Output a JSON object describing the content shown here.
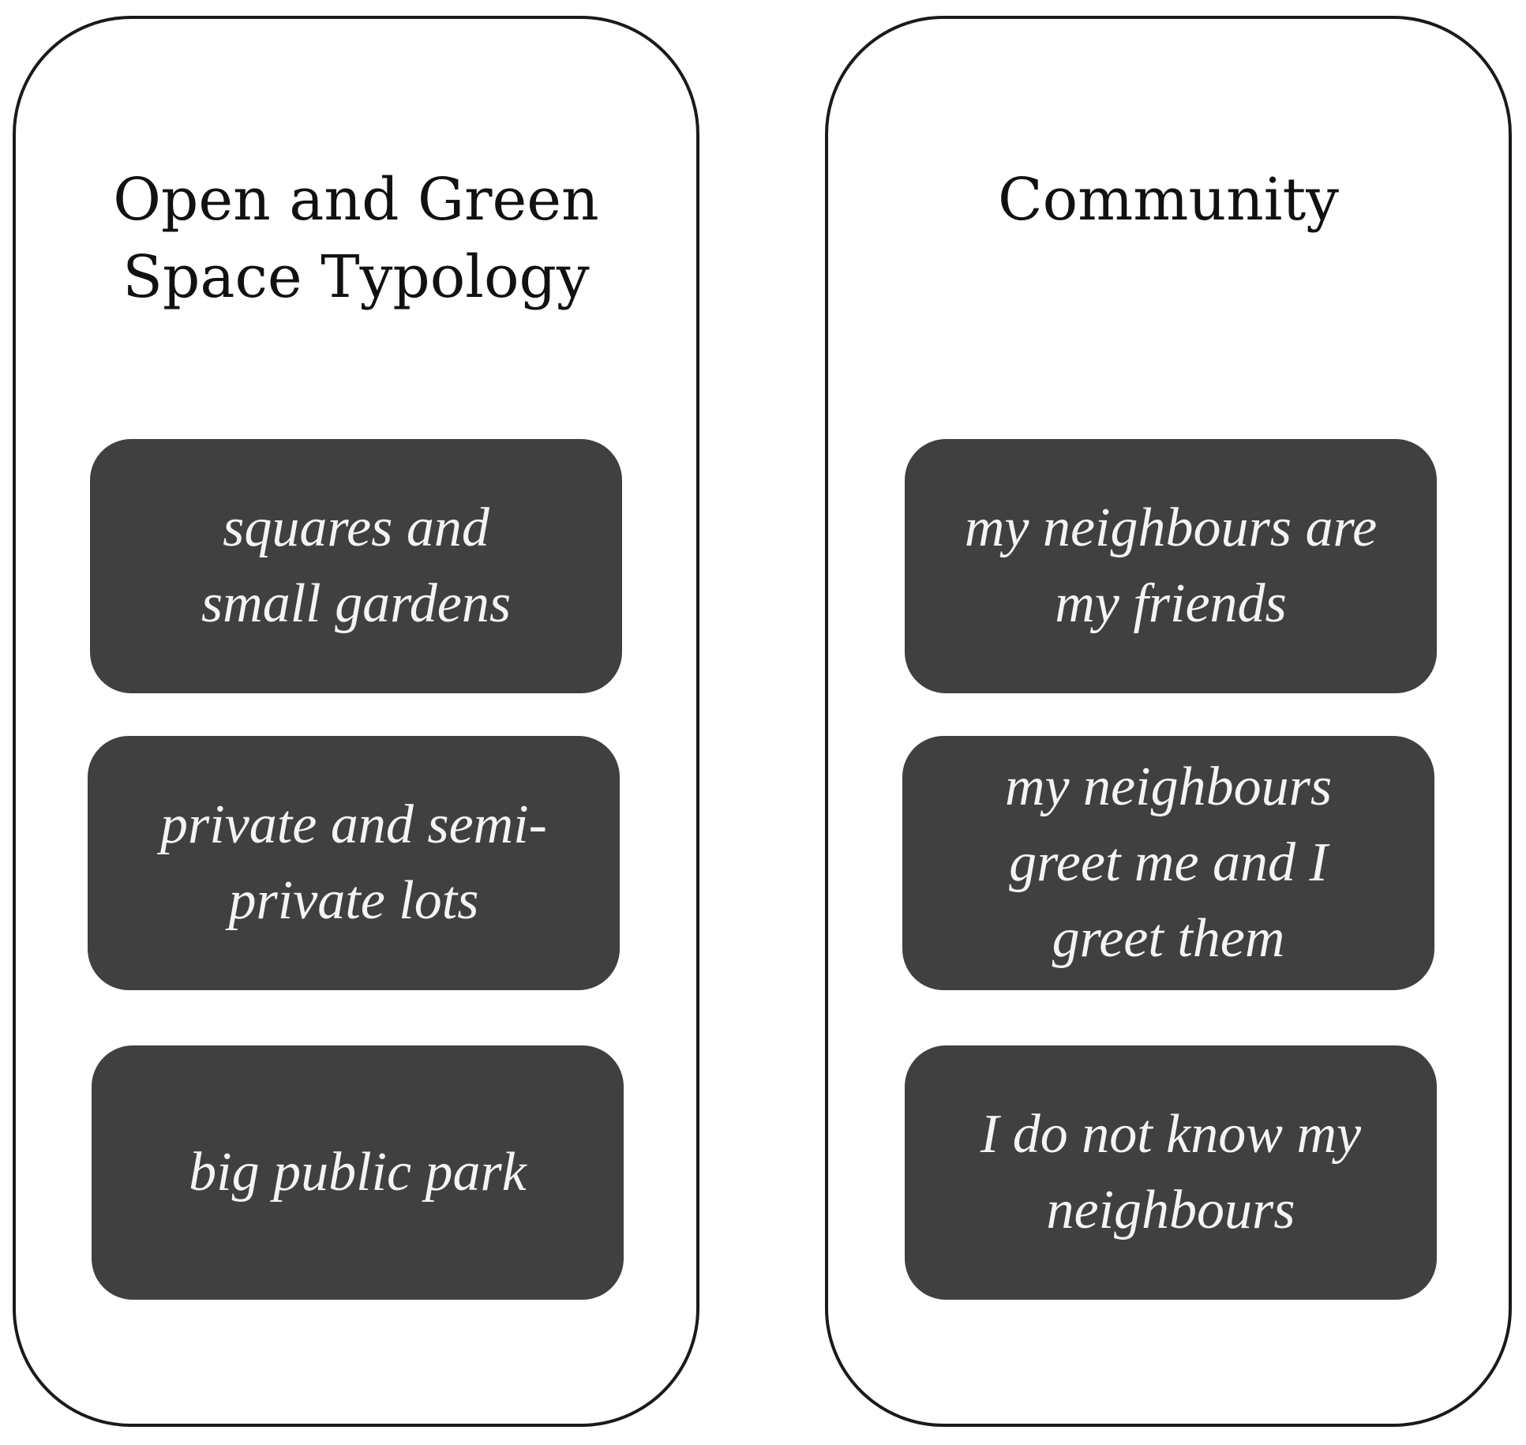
{
  "diagram": {
    "left_panel": {
      "title_lines": [
        "Open and Green",
        "Space Typology"
      ],
      "items": [
        {
          "lines": [
            "squares and",
            "small gardens"
          ]
        },
        {
          "lines": [
            "private and semi-",
            "private lots"
          ]
        },
        {
          "lines": [
            "big public park"
          ]
        }
      ]
    },
    "right_panel": {
      "title_lines": [
        "Community"
      ],
      "items": [
        {
          "lines": [
            "my neighbours are",
            "my friends"
          ]
        },
        {
          "lines": [
            "my neighbours",
            "greet me and I",
            "greet them"
          ]
        },
        {
          "lines": [
            "I do not know my",
            "neighbours"
          ]
        }
      ]
    },
    "colors": {
      "box_fill": "#404040",
      "box_text": "#f4f4f4",
      "panel_border": "#1a1a1a",
      "background": "#ffffff"
    }
  }
}
